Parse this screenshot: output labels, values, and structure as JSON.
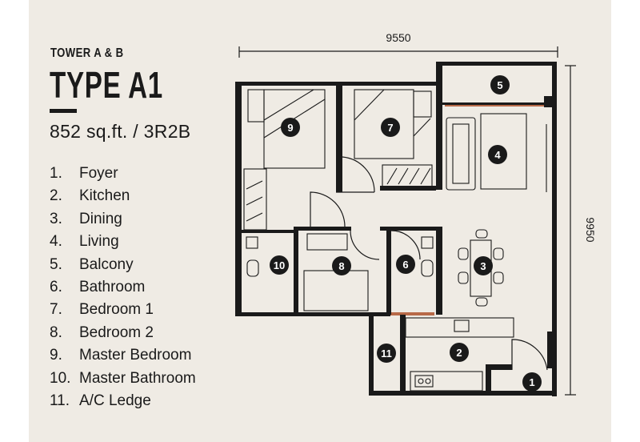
{
  "header": {
    "tower": "TOWER A & B",
    "type": "TYPE A1",
    "size": "852 sq.ft. / 3R2B"
  },
  "legend": [
    {
      "num": "1.",
      "label": "Foyer"
    },
    {
      "num": "2.",
      "label": "Kitchen"
    },
    {
      "num": "3.",
      "label": "Dining"
    },
    {
      "num": "4.",
      "label": "Living"
    },
    {
      "num": "5.",
      "label": "Balcony"
    },
    {
      "num": "6.",
      "label": "Bathroom"
    },
    {
      "num": "7.",
      "label": "Bedroom 1"
    },
    {
      "num": "8.",
      "label": "Bedroom 2"
    },
    {
      "num": "9.",
      "label": "Master Bedroom"
    },
    {
      "num": "10.",
      "label": "Master Bathroom"
    },
    {
      "num": "11.",
      "label": "A/C Ledge"
    }
  ],
  "plan": {
    "width_dim": "9550",
    "height_dim": "9950",
    "markers": [
      "1",
      "2",
      "3",
      "4",
      "5",
      "6",
      "7",
      "8",
      "9",
      "10",
      "11"
    ]
  },
  "colors": {
    "background": "#efebe4",
    "wall": "#1a1a1a",
    "window_accent": "#b86a48"
  }
}
